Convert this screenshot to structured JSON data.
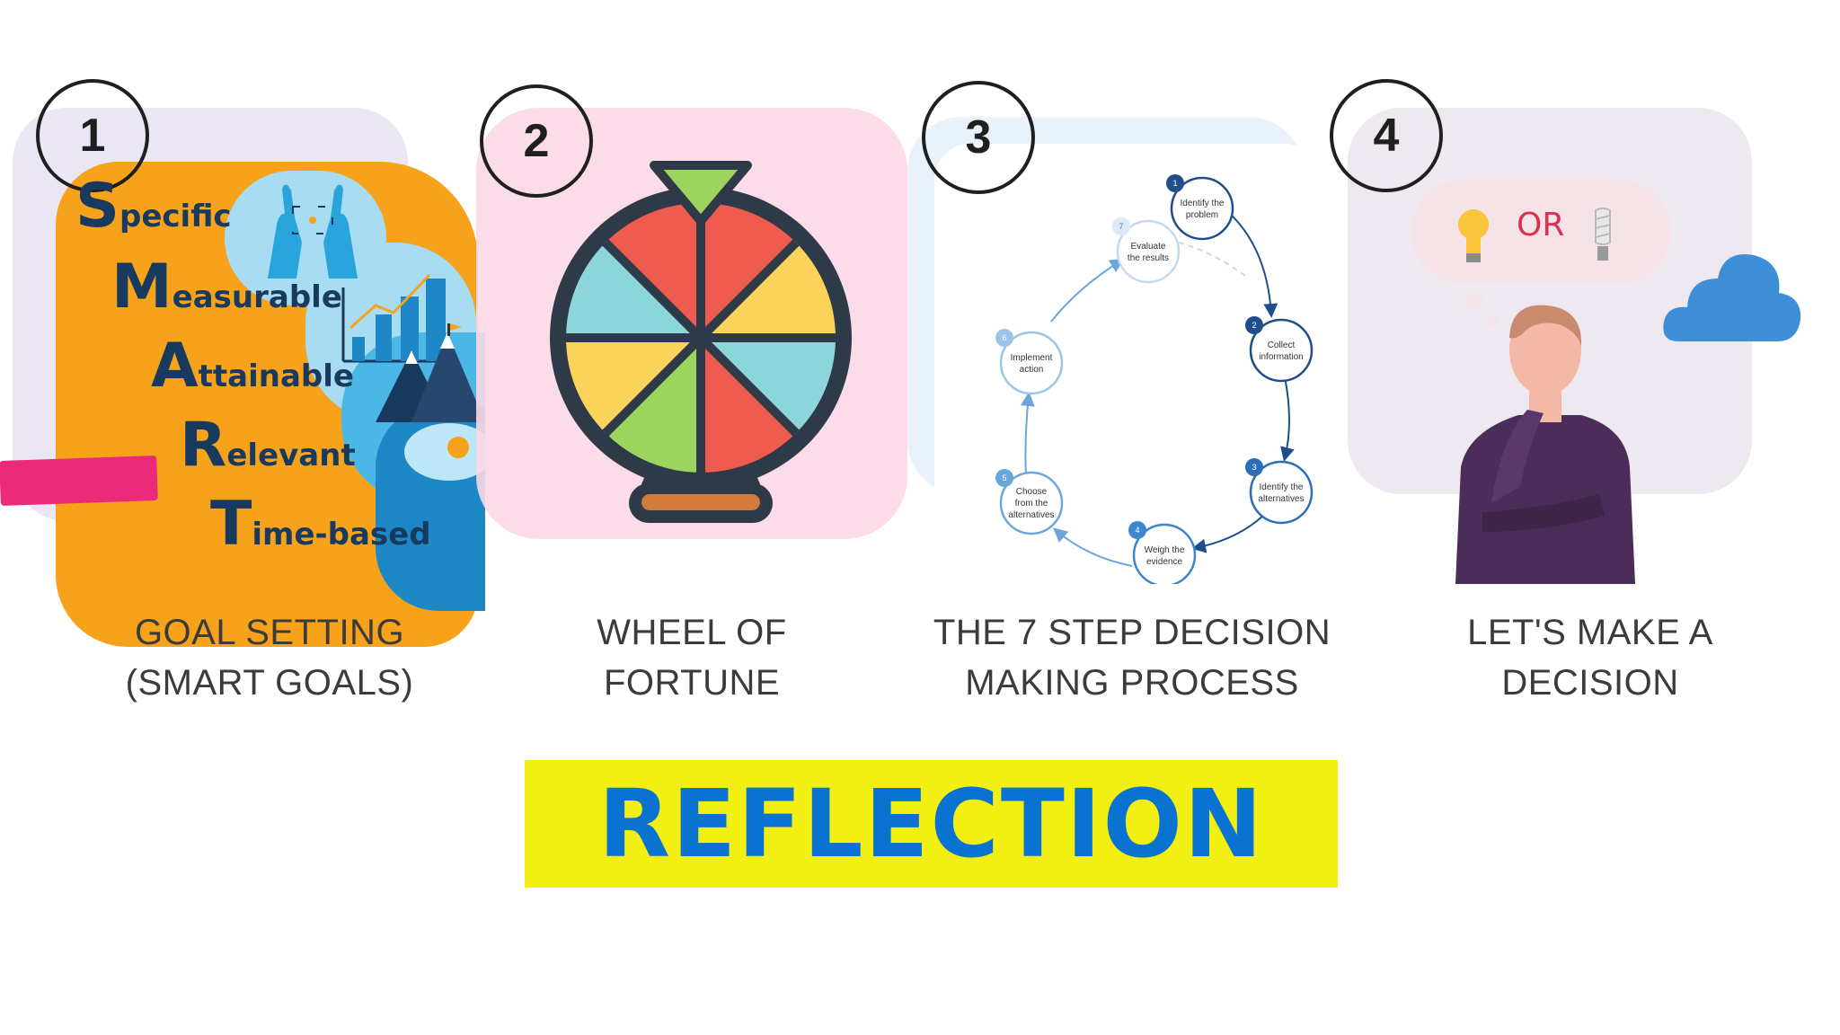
{
  "panels": [
    {
      "number": "1",
      "caption_line1": "GOAL SETTING",
      "caption_line2": "(SMART GOALS)"
    },
    {
      "number": "2",
      "caption_line1": "WHEEL OF",
      "caption_line2": "FORTUNE"
    },
    {
      "number": "3",
      "caption_line1": "THE 7 STEP DECISION",
      "caption_line2": "MAKING PROCESS"
    },
    {
      "number": "4",
      "caption_line1": "LET'S MAKE A",
      "caption_line2": "DECISION"
    }
  ],
  "smart": [
    {
      "letter": "S",
      "rest": "pecific"
    },
    {
      "letter": "M",
      "rest": "easurable"
    },
    {
      "letter": "A",
      "rest": "ttainable"
    },
    {
      "letter": "R",
      "rest": "elevant"
    },
    {
      "letter": "T",
      "rest": "ime-based"
    }
  ],
  "decision_steps": [
    {
      "num": "1",
      "line1": "Identify the",
      "line2": "problem"
    },
    {
      "num": "2",
      "line1": "Collect",
      "line2": "information"
    },
    {
      "num": "3",
      "line1": "Identify the",
      "line2": "alternatives"
    },
    {
      "num": "4",
      "line1": "Weigh the",
      "line2": "evidence"
    },
    {
      "num": "5",
      "line1": "Choose",
      "line2": "from the",
      "line3": "alternatives"
    },
    {
      "num": "6",
      "line1": "Implement",
      "line2": "action"
    },
    {
      "num": "7",
      "line1": "Evaluate",
      "line2": "the results"
    }
  ],
  "thought_bubble_or": "OR",
  "reflection_label": "REFLECTION",
  "colors": {
    "smart_orange": "#f7a21b",
    "smart_text": "#173a5e",
    "wheel_red": "#ef5b4f",
    "wheel_yellow": "#fbd35b",
    "wheel_teal": "#8dd6dc",
    "wheel_green": "#9cd45e",
    "wheel_outline": "#2f3a48",
    "process_blue": "#1f4e8c",
    "reflection_bg": "#f2ef12",
    "reflection_text": "#0a72d1"
  }
}
